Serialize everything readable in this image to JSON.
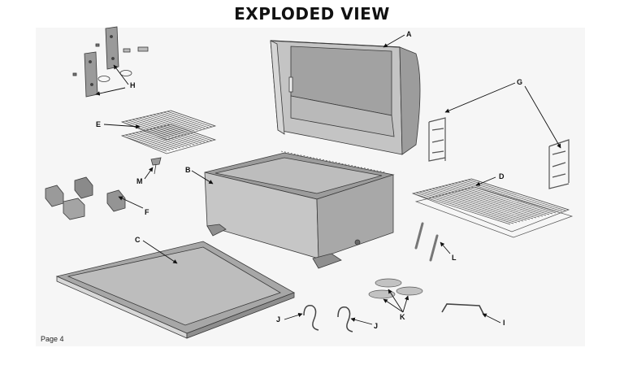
{
  "header": {
    "title": "EXPLODED VIEW"
  },
  "footer": {
    "page_label": "Page 4"
  },
  "callouts": {
    "A": "A",
    "B": "B",
    "C": "C",
    "D": "D",
    "E": "E",
    "F": "F",
    "G": "G",
    "H": "H",
    "I": "I",
    "J1": "J",
    "J2": "J",
    "K": "K",
    "L": "L",
    "M": "M"
  },
  "colors": {
    "metal_light": "#c9c9c9",
    "metal_mid": "#a9a9a9",
    "metal_dark": "#7d7d7d",
    "outline": "#3a3a3a"
  }
}
